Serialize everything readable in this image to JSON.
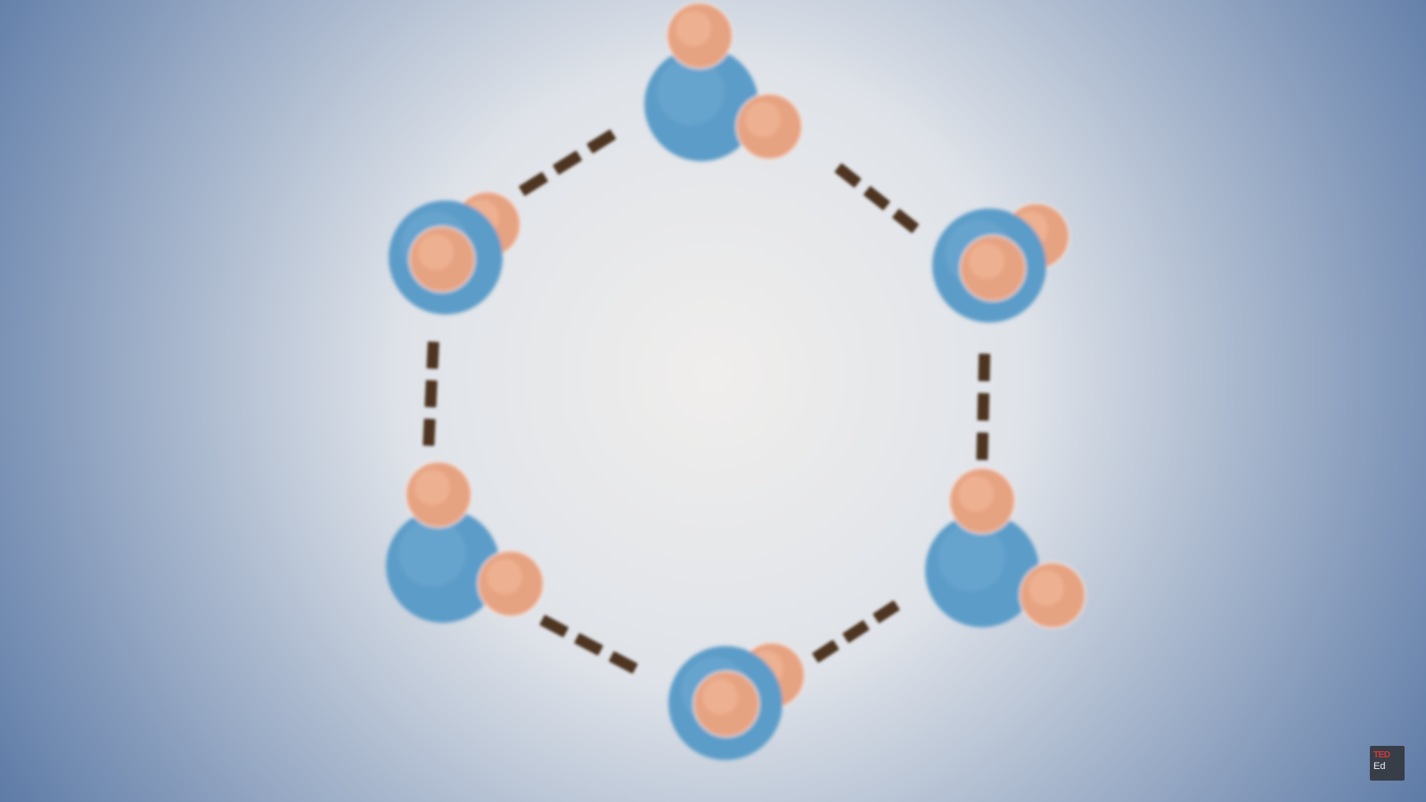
{
  "colors": {
    "background_center": "#f0eeec",
    "background_edge": "#4f6f9f",
    "oxygen": "#5c9cc8",
    "hydrogen": "#e6a382",
    "hydrogen_bond": "#4e3520",
    "logo_red": "#e62b1e",
    "logo_white": "#ffffff"
  },
  "molecules": [
    {
      "id": "top",
      "hydrogens": 2
    },
    {
      "id": "upper-right",
      "hydrogens": 2
    },
    {
      "id": "lower-right",
      "hydrogens": 2
    },
    {
      "id": "bottom",
      "hydrogens": 2
    },
    {
      "id": "lower-left",
      "hydrogens": 2
    },
    {
      "id": "upper-left",
      "hydrogens": 2
    }
  ],
  "hydrogen_bond_count": 6,
  "logo": {
    "line1": "TED",
    "line2": "Ed"
  }
}
